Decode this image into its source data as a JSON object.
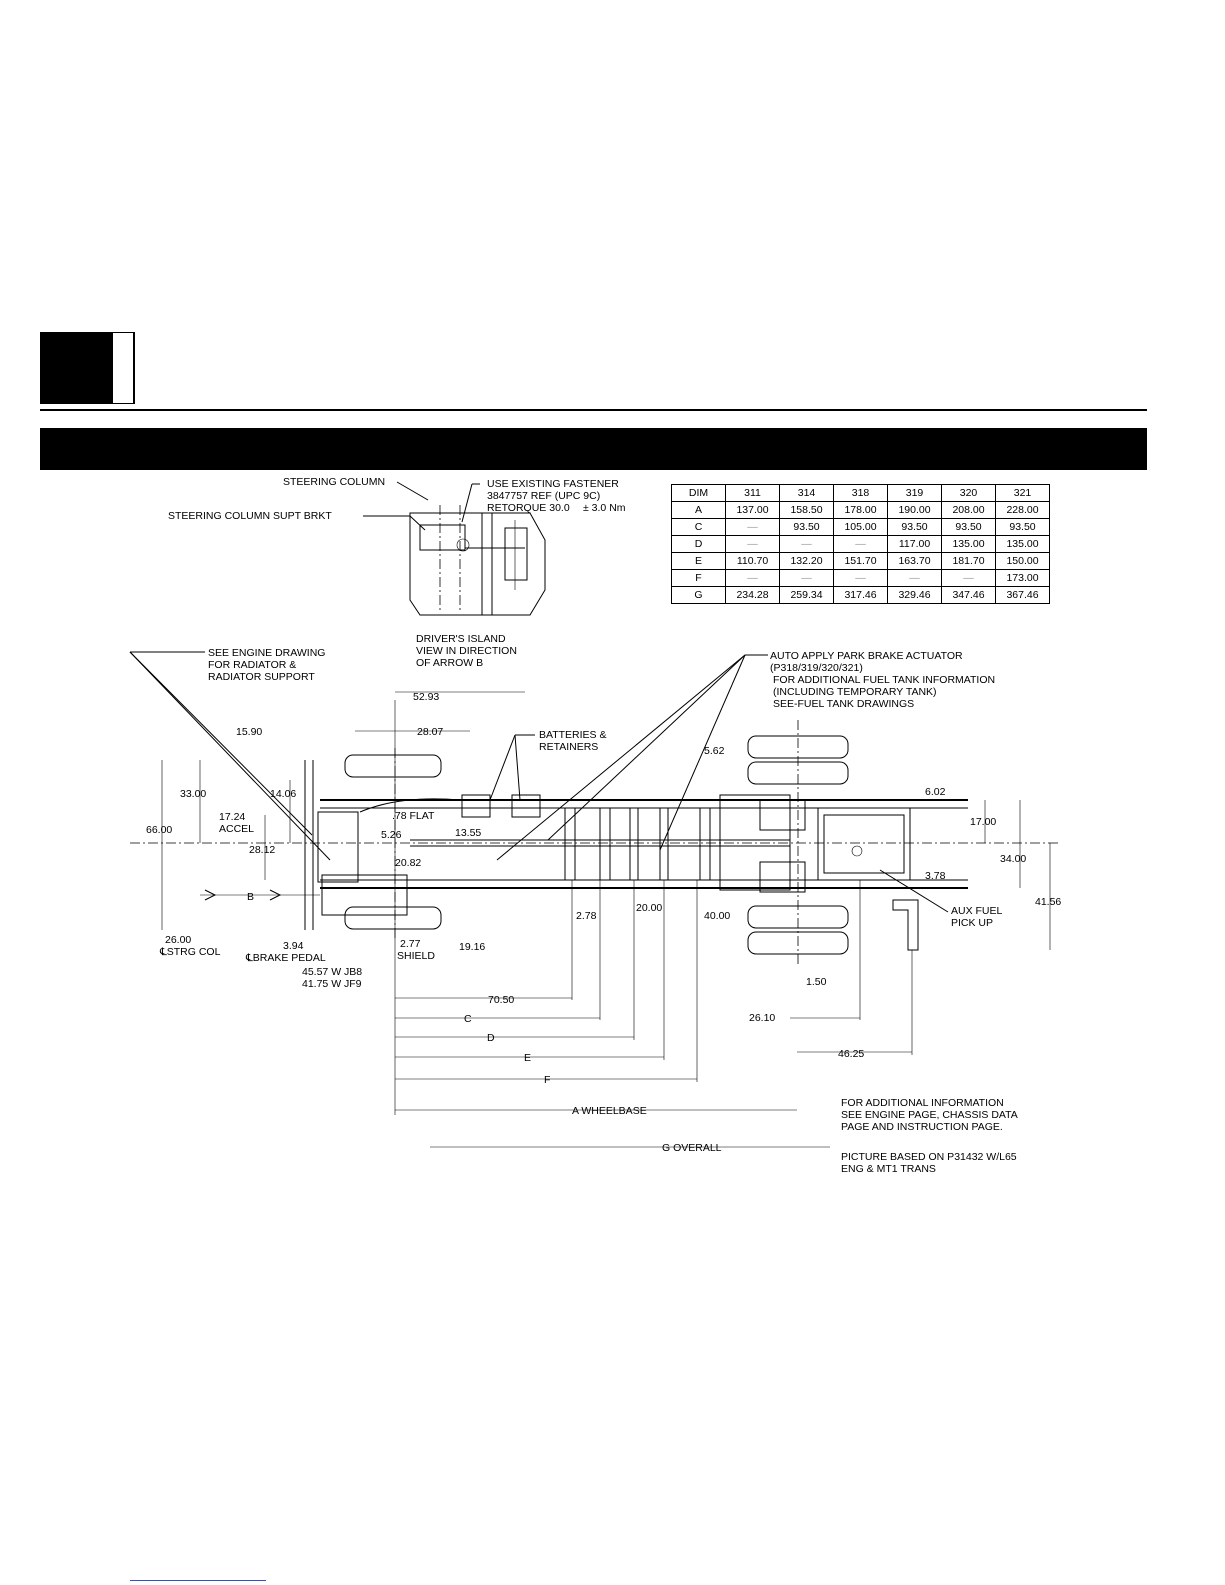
{
  "steering_view": {
    "label_column": "STEERING COLUMN",
    "label_bracket": "STEERING COLUMN SUPT BRKT",
    "fastener_line1": "USE EXISTING FASTENER",
    "fastener_line2": "3847757 REF (UPC 9C)",
    "fastener_line3": "RETORQUE 30.0",
    "fastener_tol": "± 3.0 Nm",
    "island_line1": "DRIVER'S ISLAND",
    "island_line2": "VIEW IN DIRECTION",
    "island_line3": "OF ARROW B"
  },
  "dim_table": {
    "header": [
      "DIM",
      "311",
      "314",
      "318",
      "319",
      "320",
      "321"
    ],
    "rows": [
      [
        "A",
        "137.00",
        "158.50",
        "178.00",
        "190.00",
        "208.00",
        "228.00"
      ],
      [
        "C",
        "—",
        "93.50",
        "105.00",
        "93.50",
        "93.50",
        "93.50"
      ],
      [
        "D",
        "—",
        "—",
        "—",
        "117.00",
        "135.00",
        "135.00"
      ],
      [
        "E",
        "110.70",
        "132.20",
        "151.70",
        "163.70",
        "181.70",
        "150.00"
      ],
      [
        "F",
        "—",
        "—",
        "—",
        "—",
        "—",
        "173.00"
      ],
      [
        "G",
        "234.28",
        "259.34",
        "317.46",
        "329.46",
        "347.46",
        "367.46"
      ]
    ]
  },
  "callouts": {
    "engine_line1": "SEE ENGINE DRAWING",
    "engine_line2": "FOR RADIATOR &",
    "engine_line3": "RADIATOR SUPPORT",
    "park_line1": "AUTO APPLY PARK BRAKE ACTUATOR",
    "park_line2": "(P318/319/320/321)",
    "park_line3": "FOR ADDITIONAL FUEL TANK INFORMATION",
    "park_line4": "(INCLUDING TEMPORARY TANK)",
    "park_line5": "SEE-FUEL TANK DRAWINGS",
    "batteries_line1": "BATTERIES &",
    "batteries_line2": "RETAINERS",
    "aux_line1": "AUX FUEL",
    "aux_line2": "PICK UP",
    "info_line1": "FOR ADDITIONAL INFORMATION",
    "info_line2": "SEE ENGINE PAGE, CHASSIS DATA",
    "info_line3": "PAGE AND INSTRUCTION PAGE.",
    "picture_line1": "PICTURE BASED ON P31432 W/L65",
    "picture_line2": "ENG & MT1 TRANS"
  },
  "dimensions": {
    "d52_93": "52.93",
    "d15_90": "15.90",
    "d28_07": "28.07",
    "d5_62": "5.62",
    "d6_02": "6.02",
    "d33_00": "33.00",
    "d14_06": "14.06",
    "d17_24": "17.24",
    "accel": "ACCEL",
    "d66_00": "66.00",
    "flat": ".78 FLAT",
    "d5_26": "5.26",
    "d13_55": "13.55",
    "d28_12": "28.12",
    "d20_82": "20.82",
    "d17_00": "17.00",
    "d34_00": "34.00",
    "d3_78": "3.78",
    "d41_56": "41.56",
    "b_arrow": "B",
    "d2_78": "2.78",
    "d20_00": "20.00",
    "d40_00": "40.00",
    "d26_00": "26.00",
    "strg_col": "℄STRG COL",
    "d3_94": "3.94",
    "brake_pedal": "℄BRAKE PEDAL",
    "d2_77": "2.77",
    "shield": "SHIELD",
    "d19_16": "19.16",
    "jb8": "45.57 W JB8",
    "jf9": "41.75 W JF9",
    "d70_50": "70.50",
    "d1_50": "1.50",
    "d26_10": "26.10",
    "d46_25": "46.25",
    "c": "C",
    "d": "D",
    "e": "E",
    "f": "F",
    "wheelbase": "A WHEELBASE",
    "overall": "G OVERALL"
  }
}
